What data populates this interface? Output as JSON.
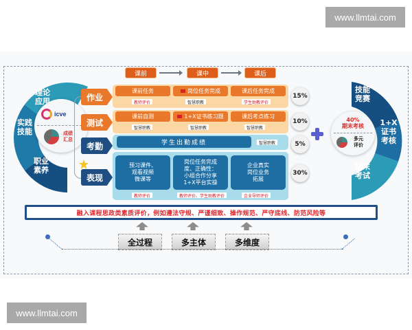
{
  "watermarks": {
    "top": "www.llmtai.com",
    "bottom": "www.llmtai.com"
  },
  "left_ring": {
    "segments": [
      {
        "label": "理论\n应用",
        "color": "#2b9bb8"
      },
      {
        "label": "实践\n技能",
        "color": "#1f7aa8"
      },
      {
        "label": "职业\n素养",
        "color": "#154f82"
      }
    ],
    "center": {
      "logo": "icve",
      "summary_label": "成绩\n汇总"
    }
  },
  "categories": [
    {
      "label": "作业",
      "color": "#e9782a"
    },
    {
      "label": "测试",
      "color": "#e9782a"
    },
    {
      "label": "考勤",
      "color": "#1f4f82"
    },
    {
      "label": "表现",
      "color": "#1f4f82"
    }
  ],
  "phases": [
    "课前",
    "课中",
    "课后"
  ],
  "rows": {
    "homework": {
      "cells": [
        {
          "title": "课前任务",
          "tag": "教师评价",
          "flag": false
        },
        {
          "title": "岗位任务完成",
          "tag": "智慧职教",
          "flag": true
        },
        {
          "title": "课后任务完成",
          "tag": "学生助教评价",
          "flag": false
        }
      ],
      "weight": "15%"
    },
    "test": {
      "cells": [
        {
          "title": "课前自测",
          "tag": "智慧职教",
          "flag": false
        },
        {
          "title": "1+X证书练习题",
          "tag": "智慧职教",
          "flag": true
        },
        {
          "title": "课后考点练习",
          "tag": "智慧职教",
          "flag": false
        }
      ],
      "weight": "10%"
    },
    "attendance": {
      "title": "学生出勤成绩",
      "tag": "智慧职教",
      "weight": "5%"
    },
    "performance": {
      "cells": [
        {
          "title": "预习课件、\n观看视频\n微课等",
          "tag": "教师评价"
        },
        {
          "title": "岗位任务完成\n度、正确性：\n小组合作分享\n1+X平台实操",
          "tag": "教师评价、学生助教评价"
        },
        {
          "title": "企业真实\n岗位业务\n拓展",
          "tag": "企业导师评价"
        }
      ],
      "weight": "30%"
    }
  },
  "right_ring": {
    "segments": [
      {
        "label": "技能\n竞赛",
        "color": "#154f82"
      },
      {
        "label": "1+X\n证书\n考核",
        "color": "#1f6ea3"
      },
      {
        "label": "期末\n考试",
        "color": "#2b9bb8"
      }
    ],
    "center": {
      "percent": "40%",
      "title": "期末考核",
      "multi_label": "多元\n评价"
    }
  },
  "ideology_banner": "融入课程思政类素质评价，例如遵法守规、严谨细致、操作规范、严守底线、防范风险等",
  "pillars": [
    "全过程",
    "多主体",
    "多维度"
  ]
}
